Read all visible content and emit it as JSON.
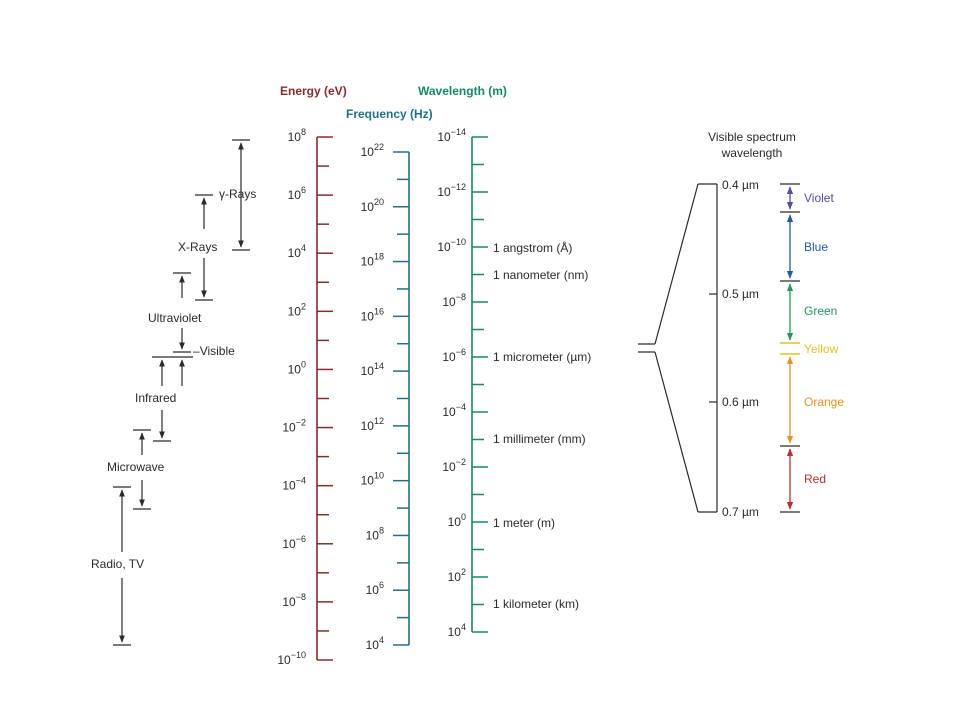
{
  "headers": {
    "energy": "Energy (eV)",
    "wavelength": "Wavelength (m)",
    "frequency": "Frequency (Hz)"
  },
  "colors": {
    "energy": "#8b2a2a",
    "frequency": "#1f6f8f",
    "wavelength": "#138a6a",
    "violet": "#5a4aa0",
    "blue": "#1e5aa8",
    "green": "#1f9a5a",
    "yellow": "#e8c020",
    "orange": "#e89420",
    "red": "#c82828",
    "ink": "#2a2a2a"
  },
  "energy_ticks": [
    {
      "base": "10",
      "exp": "8"
    },
    {
      "base": "10",
      "exp": "6"
    },
    {
      "base": "10",
      "exp": "4"
    },
    {
      "base": "10",
      "exp": "2"
    },
    {
      "base": "10",
      "exp": "0"
    },
    {
      "base": "10",
      "exp": "−2"
    },
    {
      "base": "10",
      "exp": "−4"
    },
    {
      "base": "10",
      "exp": "−6"
    },
    {
      "base": "10",
      "exp": "−8"
    },
    {
      "base": "10",
      "exp": "−10"
    }
  ],
  "frequency_ticks": [
    {
      "base": "10",
      "exp": "22"
    },
    {
      "base": "10",
      "exp": "20"
    },
    {
      "base": "10",
      "exp": "18"
    },
    {
      "base": "10",
      "exp": "16"
    },
    {
      "base": "10",
      "exp": "14"
    },
    {
      "base": "10",
      "exp": "12"
    },
    {
      "base": "10",
      "exp": "10"
    },
    {
      "base": "10",
      "exp": "8"
    },
    {
      "base": "10",
      "exp": "6"
    },
    {
      "base": "10",
      "exp": "4"
    }
  ],
  "wavelength_ticks": [
    {
      "base": "10",
      "exp": "−14"
    },
    {
      "base": "10",
      "exp": "−12"
    },
    {
      "base": "10",
      "exp": "−10"
    },
    {
      "base": "10",
      "exp": "−8"
    },
    {
      "base": "10",
      "exp": "−6"
    },
    {
      "base": "10",
      "exp": "−4"
    },
    {
      "base": "10",
      "exp": "−2"
    },
    {
      "base": "10",
      "exp": "0"
    },
    {
      "base": "10",
      "exp": "2"
    },
    {
      "base": "10",
      "exp": "4"
    }
  ],
  "length_units": [
    "1 angstrom (Å)",
    "1 nanometer (nm)",
    "1 micrometer (µm)",
    "1 millimeter (mm)",
    "1 meter (m)",
    "1 kilometer (km)"
  ],
  "bands": [
    "γ-Rays",
    "X-Rays",
    "Ultraviolet",
    "Visible",
    "Infrared",
    "Microwave",
    "Radio, TV"
  ],
  "visible": {
    "title_line1": "Visible spectrum",
    "title_line2": "wavelength",
    "scale": [
      "0.4 µm",
      "0.5 µm",
      "0.6 µm",
      "0.7 µm"
    ],
    "colors": [
      "Violet",
      "Blue",
      "Green",
      "Yellow",
      "Orange",
      "Red"
    ]
  }
}
